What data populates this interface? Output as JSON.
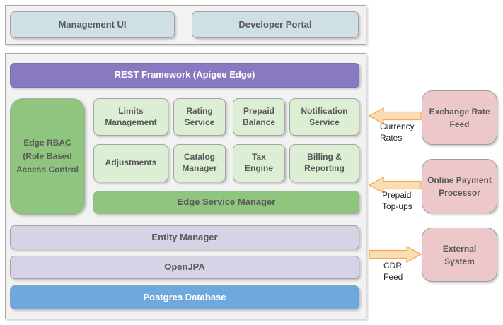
{
  "colors": {
    "panel_bg": "#F2F2F2",
    "panel_border": "#A6A6A6",
    "teal_node": "#CEE0E3",
    "purple_bar": "#8979C1",
    "green_node": "#8FC57E",
    "light_green_node": "#DCEED3",
    "lavender_bar": "#D8D2E7",
    "blue_bar": "#6FA8DC",
    "pink_node": "#EDC8CB",
    "arrow_fill": "#FBDDB3",
    "arrow_stroke": "#F1AB5C",
    "node_text": "#595959",
    "flow_text": "#262626"
  },
  "top_panel": {
    "management_ui": "Management UI",
    "developer_portal": "Developer Portal"
  },
  "main_panel": {
    "rest_framework": "REST Framework (Apigee Edge)",
    "edge_rbac": "Edge RBAC (Role Based Access Control",
    "services": [
      "Limits Management",
      "Rating Service",
      "Prepaid Balance",
      "Notification Service",
      "Adjustments",
      "Catalog Manager",
      "Tax Engine",
      "Billing & Reporting"
    ],
    "edge_service_manager": "Edge Service Manager",
    "entity_manager": "Entity Manager",
    "openjpa": "OpenJPA",
    "postgres": "Postgres Database"
  },
  "external_systems": [
    {
      "label": "Exchange Rate Feed",
      "flow": "Currency\nRates",
      "direction": "in"
    },
    {
      "label": "Online Payment Processor",
      "flow": "Prepaid\nTop-ups",
      "direction": "in"
    },
    {
      "label": "External System",
      "flow": "CDR\nFeed",
      "direction": "out"
    }
  ]
}
